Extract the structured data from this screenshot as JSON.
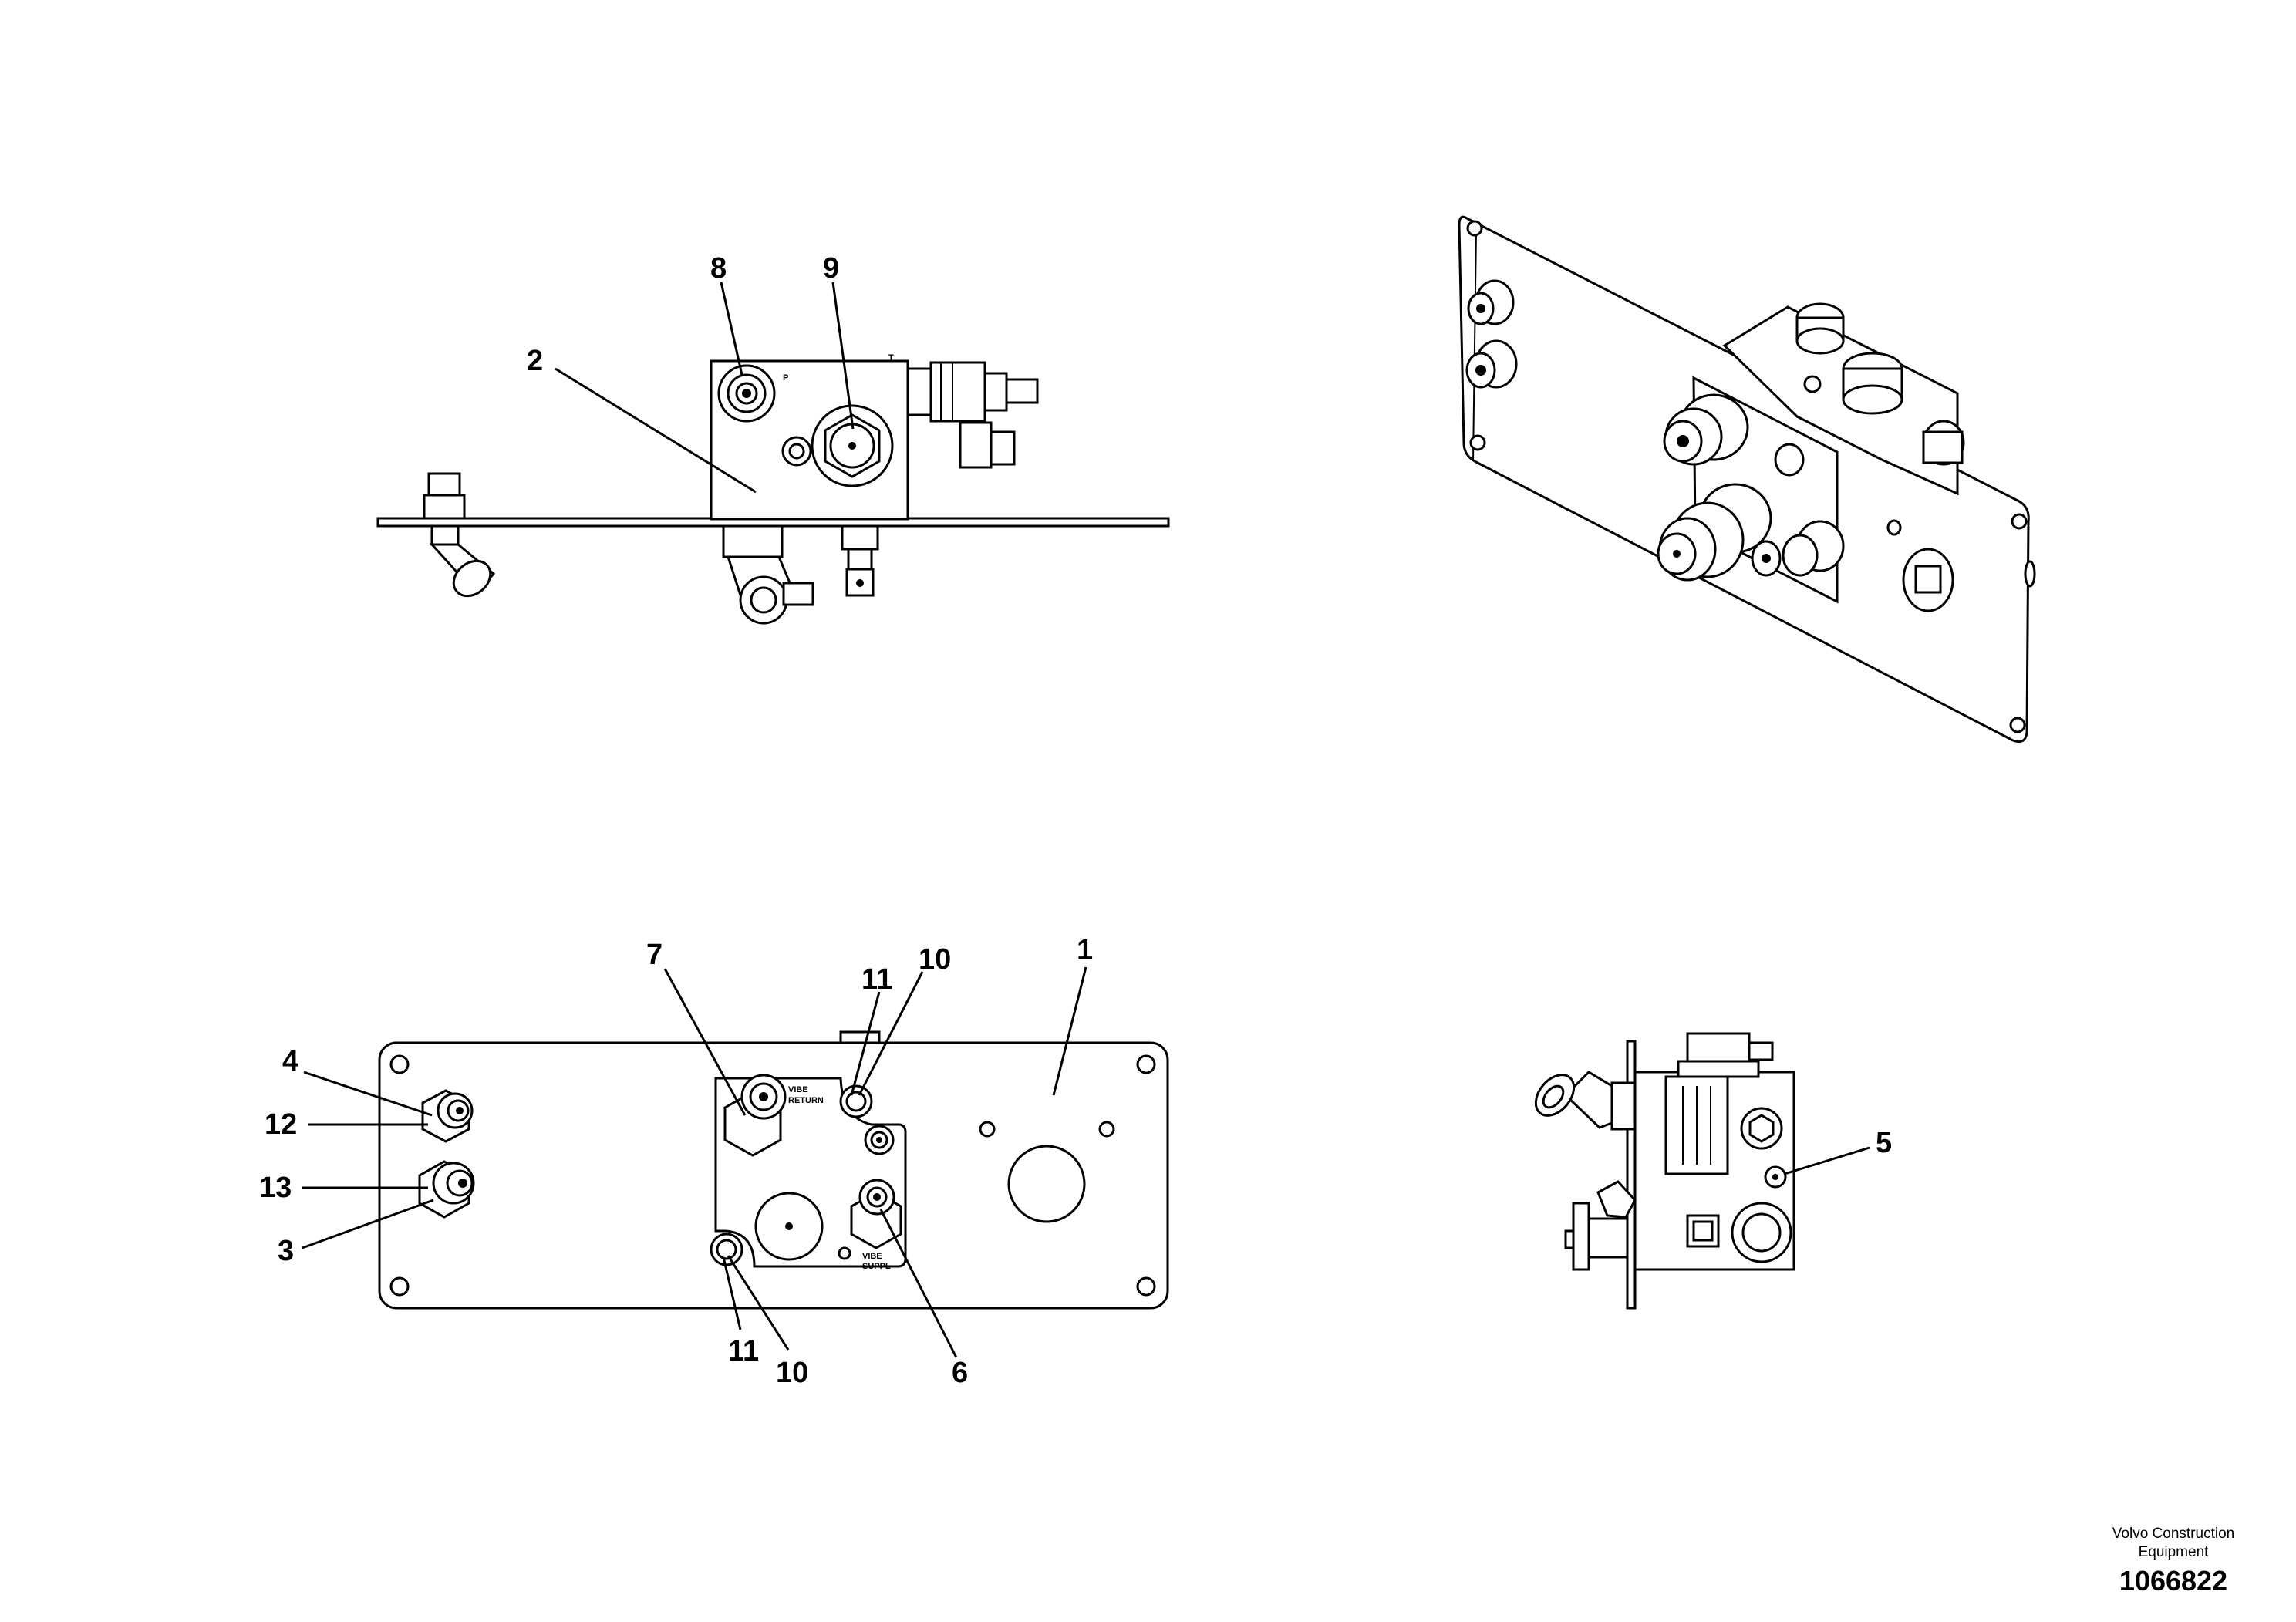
{
  "callouts": {
    "c1": "1",
    "c2": "2",
    "c3": "3",
    "c4": "4",
    "c5": "5",
    "c6": "6",
    "c7": "7",
    "c8": "8",
    "c9": "9",
    "c10a": "10",
    "c10b": "10",
    "c11a": "11",
    "c11b": "11",
    "c12": "12",
    "c13": "13"
  },
  "port_labels": {
    "p": "P",
    "t": "T",
    "vibe_return_1": "VIBE",
    "vibe_return_2": "RETURN",
    "vibe_supply_1": "VIBE",
    "vibe_supply_2": "SUPPL"
  },
  "stamp": {
    "company_line1": "Volvo Construction",
    "company_line2": "Equipment",
    "drawing_number": "1066822"
  }
}
